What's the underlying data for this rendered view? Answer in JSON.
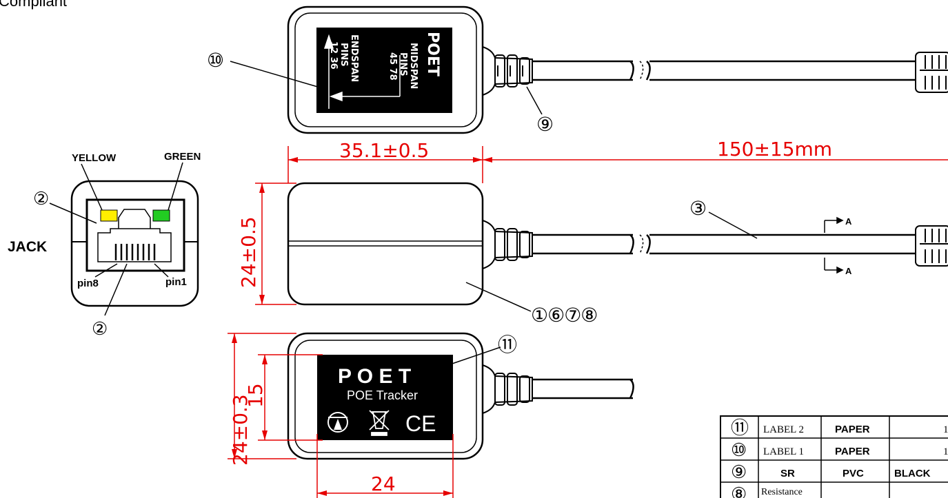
{
  "header": {
    "compliant_text": "Compliant"
  },
  "top_view": {
    "label_title": "POET",
    "label_midspan": "MIDSPAN",
    "label_pins_1": "PINS",
    "label_pins_midspan": "45 78",
    "label_endspan": "ENDSPAN",
    "label_pins_2": "PINS",
    "label_pins_endspan": "12 36",
    "callout_10": "⑩",
    "callout_9": "⑨"
  },
  "jack": {
    "title": "JACK",
    "yellow_label": "YELLOW",
    "green_label": "GREEN",
    "pin8_label": "pin8",
    "pin1_label": "pin1",
    "callout_2_top": "②",
    "callout_2_bottom": "②",
    "colors": {
      "yellow_led": "#ffee00",
      "green_led": "#22cc22"
    }
  },
  "side_view": {
    "dim_width": "35.1±0.5",
    "dim_length": "150±15mm",
    "dim_height": "24±0.5",
    "callout_3": "③",
    "callout_parts": "①⑥⑦⑧",
    "section_a_top": "A",
    "section_a_bottom": "A"
  },
  "bottom_view": {
    "dim_height": "24±0.3",
    "dim_label_height": "15",
    "dim_width": "24",
    "label_title": "P O E T",
    "label_subtitle": "POE Tracker",
    "ce_mark": "CE",
    "callout_11": "⑪"
  },
  "bom_table": {
    "rows": [
      {
        "no": "⑪",
        "part": "LABEL 2",
        "material": "PAPER",
        "color": "",
        "qty": "1"
      },
      {
        "no": "⑩",
        "part": "LABEL 1",
        "material": "PAPER",
        "color": "",
        "qty": "1"
      },
      {
        "no": "⑨",
        "part": "SR",
        "material": "PVC",
        "color": "BLACK",
        "qty": ""
      },
      {
        "no": "⑧",
        "part": "Resistance",
        "material": "",
        "color": "",
        "qty": ""
      }
    ]
  },
  "colors": {
    "dimension": "#e60000",
    "line": "#000000",
    "paper": "#ffffff"
  }
}
